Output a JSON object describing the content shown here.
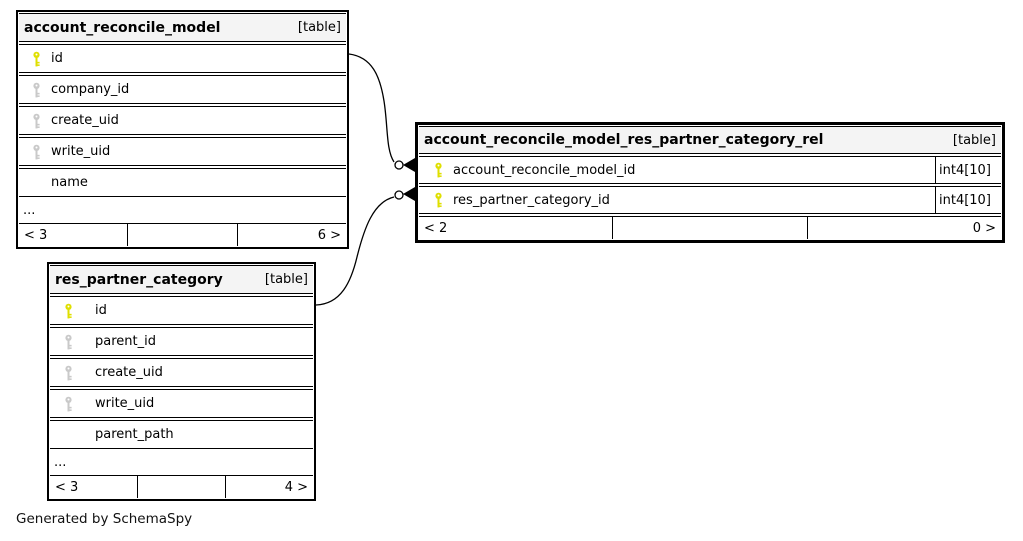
{
  "page": {
    "generated_by": "Generated by SchemaSpy"
  },
  "colors": {
    "primary_key": "#dfdf00",
    "foreign_key": "#c9c9c9",
    "header_bg": "#f4f4f4",
    "line": "#000000"
  },
  "tables": [
    {
      "name": "account_reconcile_model",
      "badge": "[table]",
      "columns": [
        {
          "name": "id",
          "key": "primary"
        },
        {
          "name": "company_id",
          "key": "foreign"
        },
        {
          "name": "create_uid",
          "key": "foreign"
        },
        {
          "name": "write_uid",
          "key": "foreign"
        },
        {
          "name": "name",
          "key": "none"
        }
      ],
      "more": "...",
      "footer": {
        "left": "< 3",
        "center": "",
        "right": "6 >"
      }
    },
    {
      "name": "account_reconcile_model_res_partner_category_rel",
      "badge": "[table]",
      "columns": [
        {
          "name": "account_reconcile_model_id",
          "key": "primary",
          "type": "int4[10]"
        },
        {
          "name": "res_partner_category_id",
          "key": "primary",
          "type": "int4[10]"
        }
      ],
      "footer": {
        "left": "< 2",
        "center": "",
        "right": "0 >"
      }
    },
    {
      "name": "res_partner_category",
      "badge": "[table]",
      "columns": [
        {
          "name": "id",
          "key": "primary"
        },
        {
          "name": "parent_id",
          "key": "foreign"
        },
        {
          "name": "create_uid",
          "key": "foreign"
        },
        {
          "name": "write_uid",
          "key": "foreign"
        },
        {
          "name": "parent_path",
          "key": "none"
        }
      ],
      "more": "...",
      "footer": {
        "left": "< 3",
        "center": "",
        "right": "4 >"
      }
    }
  ]
}
